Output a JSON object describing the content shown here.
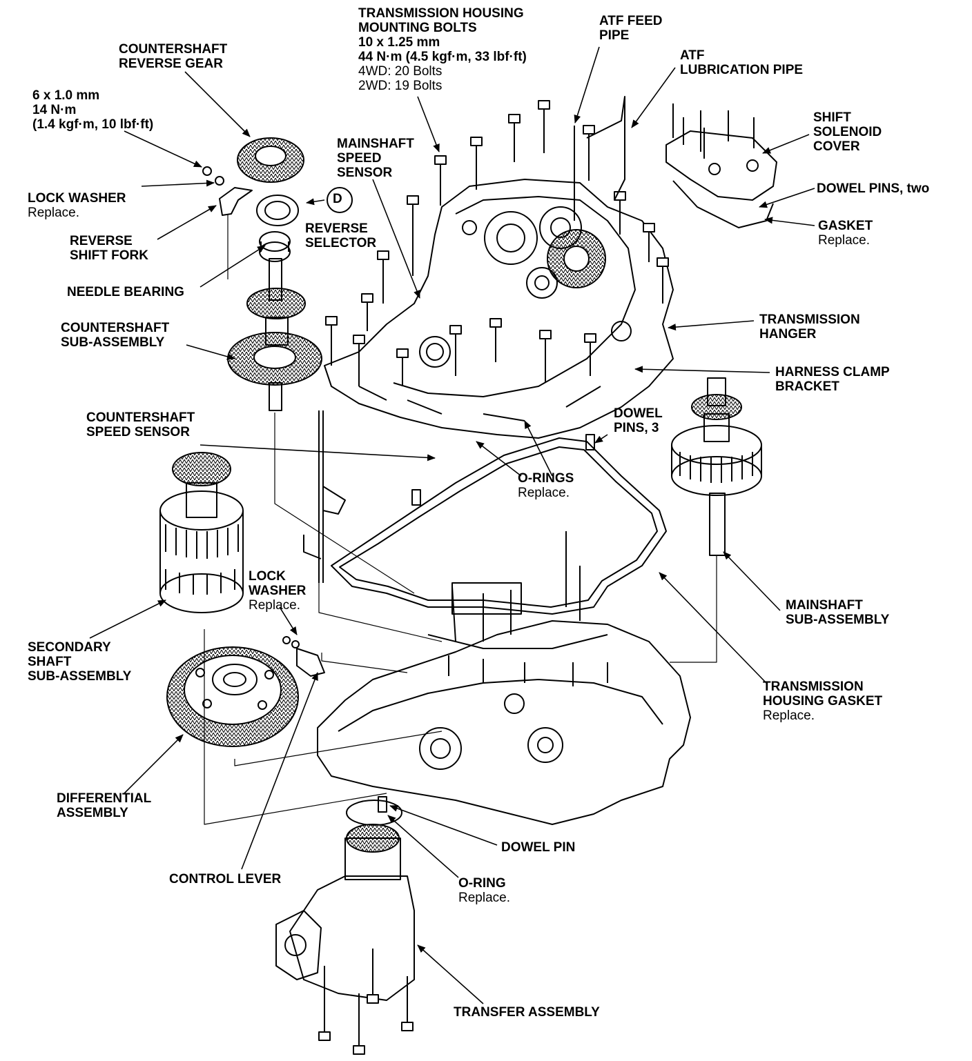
{
  "labels": {
    "tx_bolts": {
      "l1": "TRANSMISSION HOUSING",
      "l2": "MOUNTING BOLTS",
      "l3": "10 x 1.25 mm",
      "l4": "44 N·m (4.5 kgf·m, 33 lbf·ft)",
      "l5": "4WD: 20 Bolts",
      "l6": "2WD: 19 Bolts"
    },
    "atf_feed": {
      "l1": "ATF FEED",
      "l2": "PIPE"
    },
    "atf_lube": {
      "l1": "ATF",
      "l2": "LUBRICATION PIPE"
    },
    "cs_rev_gear": {
      "l1": "COUNTERSHAFT",
      "l2": "REVERSE GEAR"
    },
    "bolt_spec": {
      "l1": "6 x 1.0 mm",
      "l2": "14 N·m",
      "l3": "(1.4 kgf·m, 10 lbf·ft)"
    },
    "lock_washer_top": {
      "l1": "LOCK WASHER",
      "l2": "Replace."
    },
    "reverse_fork": {
      "l1": "REVERSE",
      "l2": "SHIFT FORK"
    },
    "needle_bearing": {
      "l1": "NEEDLE BEARING"
    },
    "cs_sub": {
      "l1": "COUNTERSHAFT",
      "l2": "SUB-ASSEMBLY"
    },
    "ms_speed": {
      "l1": "MAINSHAFT",
      "l2": "SPEED",
      "l3": "SENSOR"
    },
    "rev_selector": {
      "l1": "REVERSE",
      "l2": "SELECTOR"
    },
    "shift_sol": {
      "l1": "SHIFT",
      "l2": "SOLENOID",
      "l3": "COVER"
    },
    "dowel_two": {
      "l1": "DOWEL PINS, two"
    },
    "gasket": {
      "l1": "GASKET",
      "l2": "Replace."
    },
    "tx_hanger": {
      "l1": "TRANSMISSION",
      "l2": "HANGER"
    },
    "harness": {
      "l1": "HARNESS CLAMP",
      "l2": "BRACKET"
    },
    "dowel_3": {
      "l1": "DOWEL",
      "l2": "PINS, 3"
    },
    "cs_speed": {
      "l1": "COUNTERSHAFT",
      "l2": "SPEED SENSOR"
    },
    "o_rings": {
      "l1": "O-RINGS",
      "l2": "Replace."
    },
    "lock_washer_mid": {
      "l1": "LOCK",
      "l2": "WASHER",
      "l3": "Replace."
    },
    "secondary": {
      "l1": "SECONDARY",
      "l2": "SHAFT",
      "l3": "SUB-ASSEMBLY"
    },
    "ms_sub": {
      "l1": "MAINSHAFT",
      "l2": "SUB-ASSEMBLY"
    },
    "tx_gasket": {
      "l1": "TRANSMISSION",
      "l2": "HOUSING GASKET",
      "l3": "Replace."
    },
    "differential": {
      "l1": "DIFFERENTIAL",
      "l2": "ASSEMBLY"
    },
    "dowel_pin": {
      "l1": "DOWEL PIN"
    },
    "control_lever": {
      "l1": "CONTROL LEVER"
    },
    "o_ring": {
      "l1": "O-RING",
      "l2": "Replace."
    },
    "transfer": {
      "l1": "TRANSFER ASSEMBLY"
    }
  },
  "reverse_selector_symbol": "D"
}
